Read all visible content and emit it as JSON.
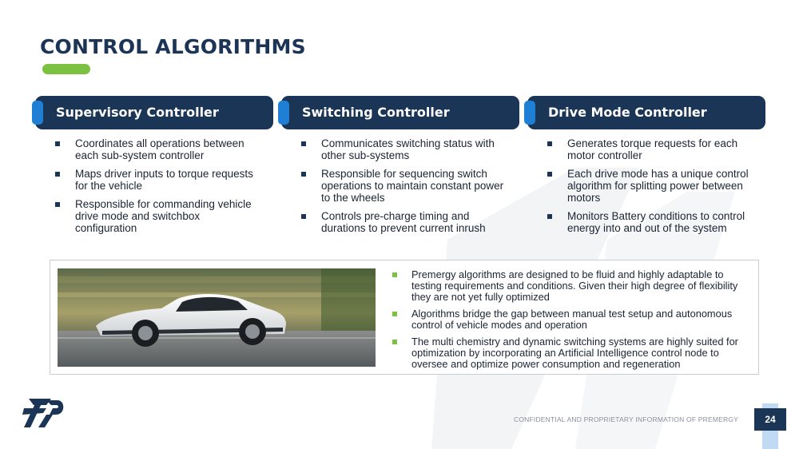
{
  "slide": {
    "title": "CONTROL ALGORITHMS",
    "colors": {
      "navy": "#1b3557",
      "accent_blue": "#1e7fd4",
      "green": "#7dc142"
    }
  },
  "columns": [
    {
      "header": "Supervisory Controller",
      "bullets": [
        "Coordinates all operations between each sub-system controller",
        "Maps driver inputs to torque requests for the vehicle",
        "Responsible for commanding vehicle drive mode and switchbox configuration"
      ]
    },
    {
      "header": "Switching Controller",
      "bullets": [
        "Communicates switching status with other sub-systems",
        "Responsible for sequencing switch operations to maintain constant power to the wheels",
        "Controls pre-charge timing and durations to prevent current inrush"
      ]
    },
    {
      "header": "Drive Mode Controller",
      "bullets": [
        "Generates torque requests for each motor controller",
        "Each drive mode has a unique control algorithm for splitting power between motors",
        "Monitors Battery conditions to control energy into and out of the system"
      ]
    }
  ],
  "summary_box": {
    "image": "photo of white sports car driving fast on a track",
    "bullets": [
      "Premergy algorithms are designed to be fluid and highly adaptable to testing requirements and conditions. Given their high degree of flexibility they are not yet fully optimized",
      "Algorithms bridge the gap between manual test setup and autonomous control of vehicle modes and operation",
      "The multi chemistry and dynamic switching systems are highly suited for optimization by incorporating an Artificial Intelligence control node to oversee and optimize power consumption and regeneration"
    ]
  },
  "footer": {
    "confidential": "CONFIDENTIAL AND PROPRIETARY INFORMATION OF PREMERGY",
    "page_number": "24",
    "logo_icon": "premergy-logo"
  }
}
